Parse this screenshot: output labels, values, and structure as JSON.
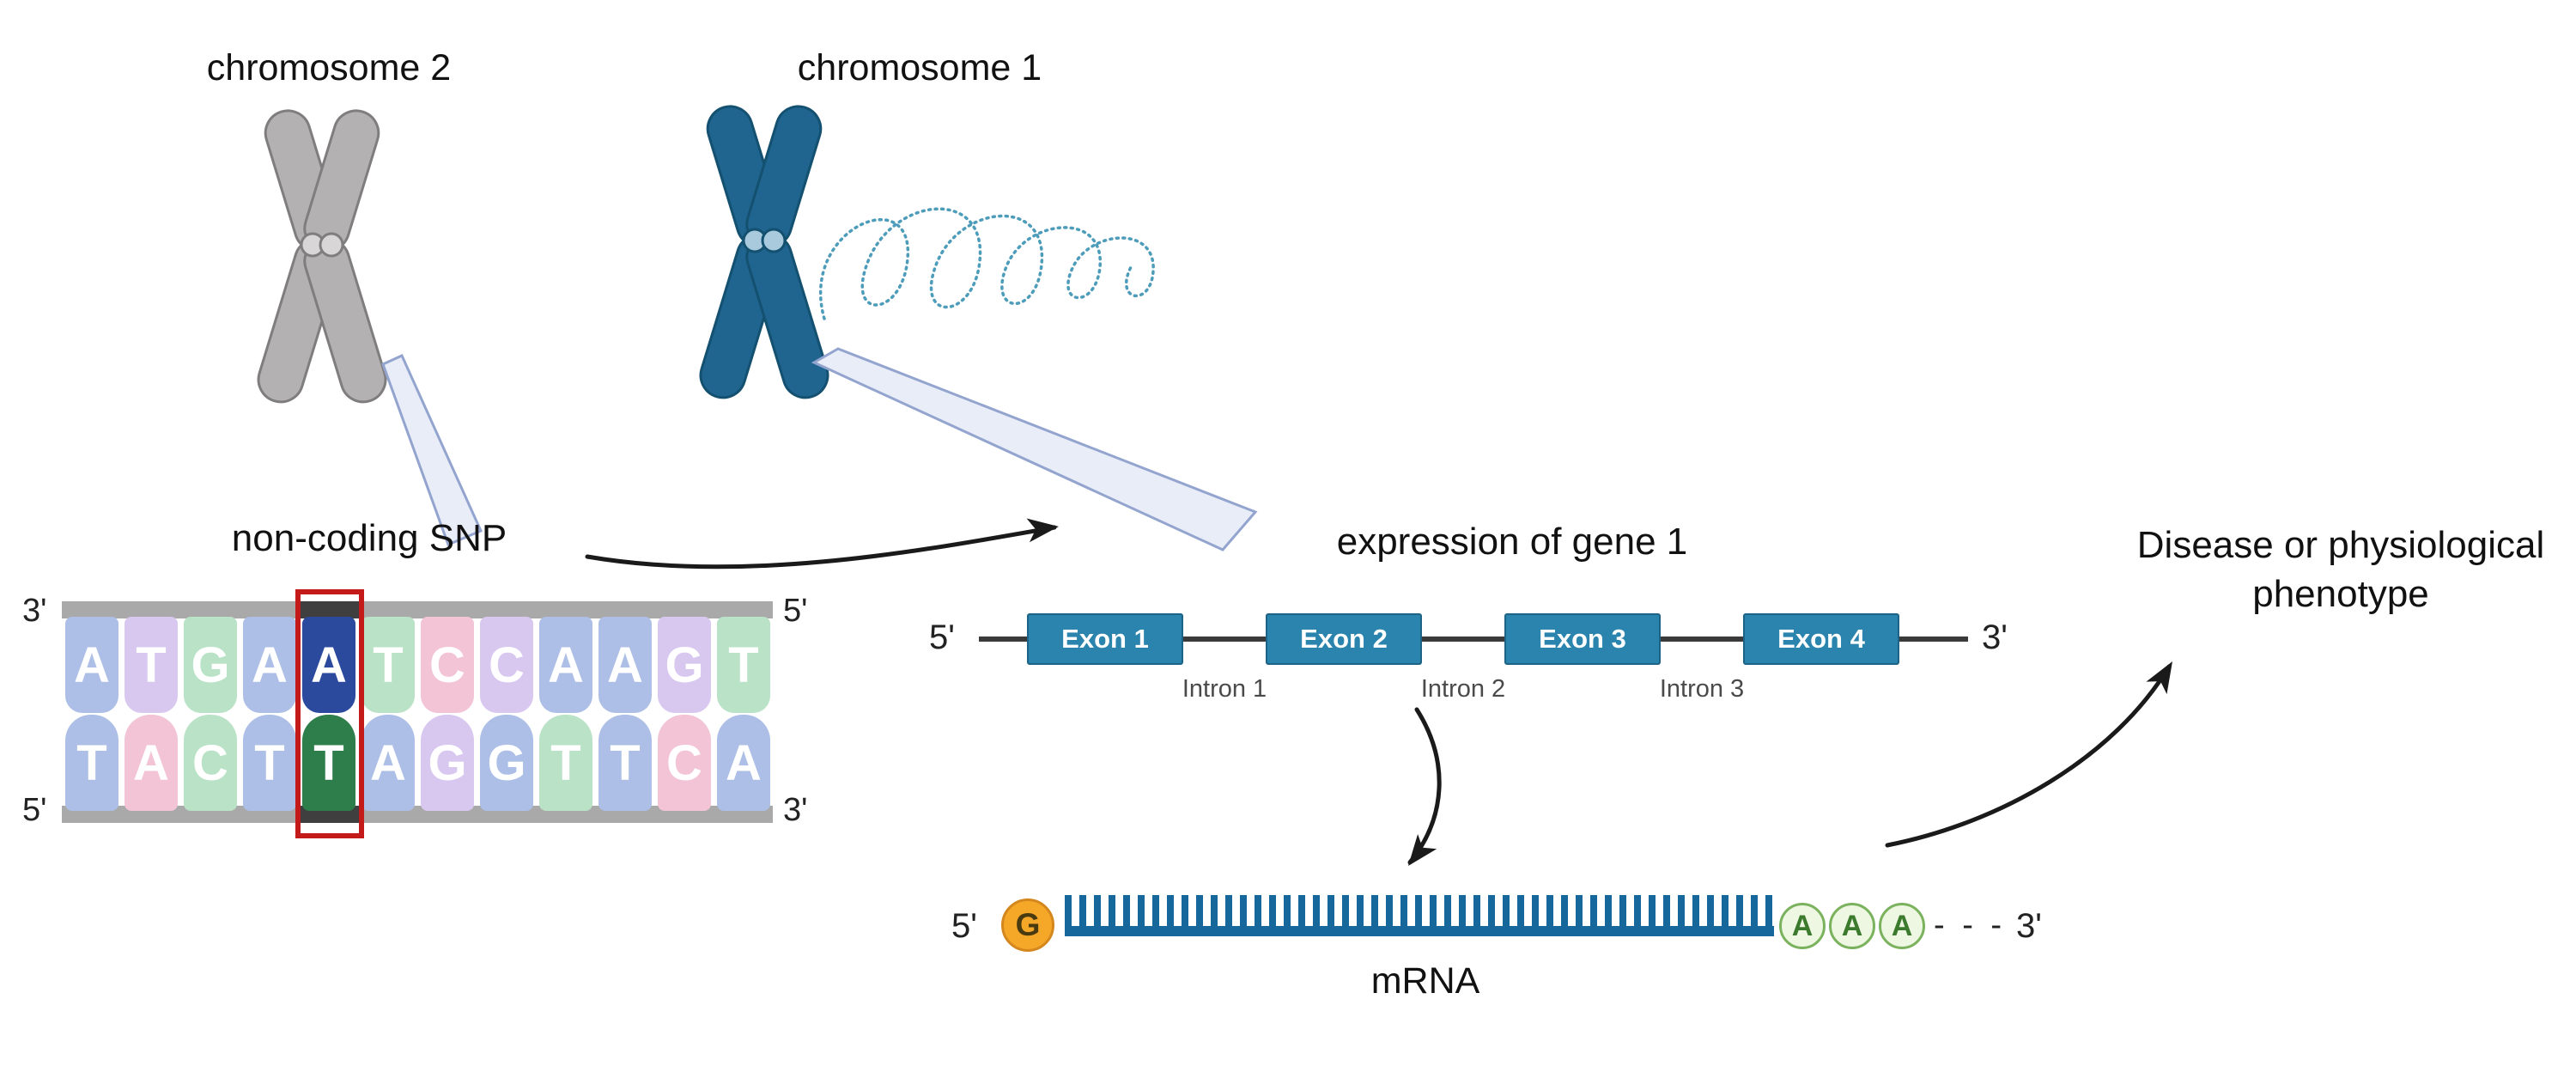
{
  "chromosome2": {
    "label": "chromosome 2"
  },
  "chromosome1": {
    "label": "chromosome 1"
  },
  "snp": {
    "label": "non-coding SNP",
    "left_top": "3'",
    "left_bottom": "5'",
    "right_top": "5'",
    "right_bottom": "3'",
    "top_strand": [
      {
        "base": "A",
        "color": "#adbfe6"
      },
      {
        "base": "T",
        "color": "#d8c8f0"
      },
      {
        "base": "G",
        "color": "#b9e2c6"
      },
      {
        "base": "A",
        "color": "#adbfe6"
      },
      {
        "base": "A",
        "color": "#2b4a9e"
      },
      {
        "base": "T",
        "color": "#b9e2c6"
      },
      {
        "base": "C",
        "color": "#f2c4d6"
      },
      {
        "base": "C",
        "color": "#d8c8f0"
      },
      {
        "base": "A",
        "color": "#adbfe6"
      },
      {
        "base": "A",
        "color": "#adbfe6"
      },
      {
        "base": "G",
        "color": "#d8c8f0"
      },
      {
        "base": "T",
        "color": "#b9e2c6"
      }
    ],
    "bottom_strand": [
      {
        "base": "T",
        "color": "#adbfe6"
      },
      {
        "base": "A",
        "color": "#f2c4d6"
      },
      {
        "base": "C",
        "color": "#b9e2c6"
      },
      {
        "base": "T",
        "color": "#adbfe6"
      },
      {
        "base": "T",
        "color": "#2e7e4b"
      },
      {
        "base": "A",
        "color": "#adbfe6"
      },
      {
        "base": "G",
        "color": "#d8c8f0"
      },
      {
        "base": "G",
        "color": "#adbfe6"
      },
      {
        "base": "T",
        "color": "#b9e2c6"
      },
      {
        "base": "T",
        "color": "#adbfe6"
      },
      {
        "base": "C",
        "color": "#f2c4d6"
      },
      {
        "base": "A",
        "color": "#adbfe6"
      }
    ],
    "highlight_color": "#c41a1a"
  },
  "gene": {
    "label": "expression of gene 1",
    "five_prime": "5'",
    "three_prime": "3'",
    "exons": [
      "Exon 1",
      "Exon 2",
      "Exon 3",
      "Exon 4"
    ],
    "introns": [
      "Intron 1",
      "Intron 2",
      "Intron 3"
    ],
    "exon_color": "#2b84ad"
  },
  "mrna": {
    "label": "mRNA",
    "five_prime": "5'",
    "cap": "G",
    "cap_color": "#f5a728",
    "line_color": "#16679c",
    "tail": [
      "A",
      "A",
      "A"
    ],
    "tail_color": "#eef7e2",
    "dashes": "- - -",
    "three_prime": "3'"
  },
  "disease": {
    "line1": "Disease or physiological",
    "line2": "phenotype"
  },
  "colors": {
    "chromosome1_fill": "#1f6590",
    "chromosome2_fill": "#b3b1b1",
    "coil": "#4c9cba",
    "wedge_fill": "#e9edf8",
    "wedge_stroke": "#93a4cf",
    "arrow": "#1a1a1a"
  }
}
